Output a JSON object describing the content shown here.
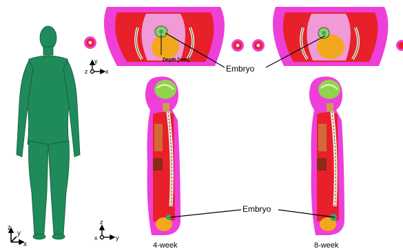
{
  "labels": {
    "depth": "Depth [mm]",
    "embryo_top": "Embryo",
    "embryo_bottom": "Embryo",
    "week_left": "4-week",
    "week_right": "8-week"
  },
  "axes": {
    "body": {
      "z": "z",
      "y": "y",
      "x": "x"
    },
    "transverse": {
      "y": "y",
      "z": "z",
      "x": "x"
    },
    "sagittal": {
      "z": "z",
      "x": "x",
      "y": "y"
    }
  },
  "colors": {
    "body_green": "#1f8a5a",
    "skin_magenta": "#ee3fd8",
    "muscle_red": "#e8202a",
    "organ_orange": "#f2a81c",
    "bone_white": "#f4f0e6",
    "brain_green": "#8fd44a",
    "embryo_green": "#3fa06a"
  }
}
